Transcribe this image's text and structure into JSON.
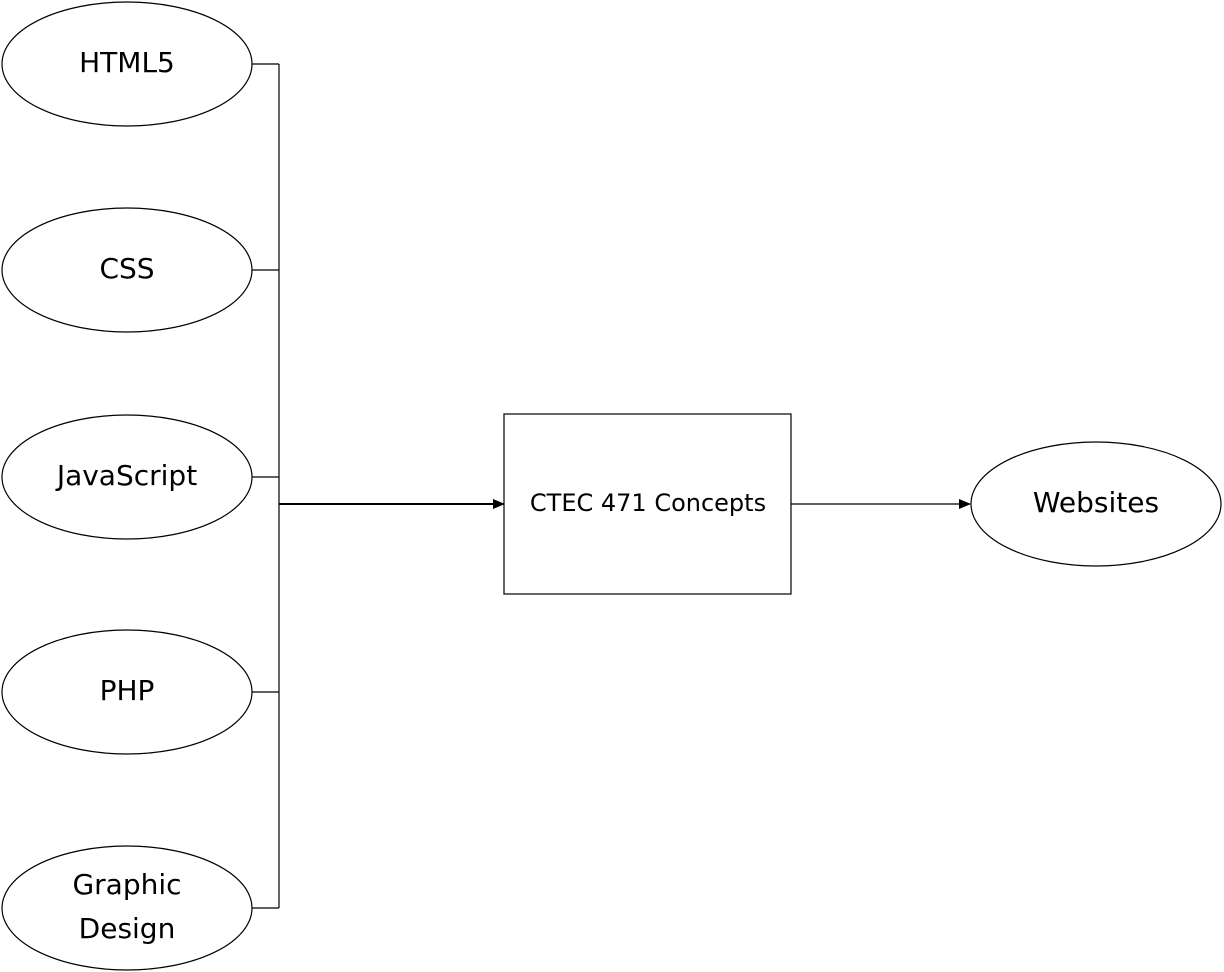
{
  "inputs": [
    {
      "label_lines": [
        "HTML5"
      ]
    },
    {
      "label_lines": [
        "CSS"
      ]
    },
    {
      "label_lines": [
        "JavaScript"
      ]
    },
    {
      "label_lines": [
        "PHP"
      ]
    },
    {
      "label_lines": [
        "Graphic",
        "Design"
      ]
    }
  ],
  "process": {
    "label": "CTEC 471 Concepts"
  },
  "output": {
    "label": "Websites"
  }
}
